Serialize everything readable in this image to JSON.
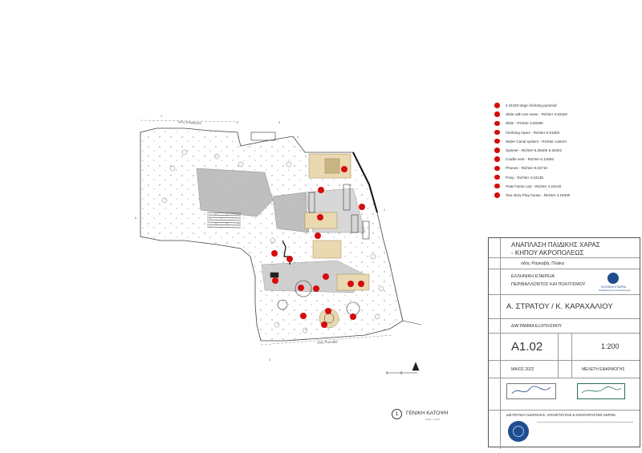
{
  "legend": [
    "4 21150 large climbing pyramid",
    "Slide with one wave - Richter 3.83320",
    "Slide - Richter 3.83380",
    "Climbing ropes - Richter 6.51800",
    "Water Canal system - Richter custom",
    "Spinner - Richter 6.28400 6.28401",
    "Cradle nest - Richter 6.14500",
    "Phones - Richter 9.02710",
    "Pony - Richter 4.24135",
    "Peter horse cart - Richter 4.24140",
    "Two story Play house - Richter 4.18400"
  ],
  "title_block": {
    "project_title_1": "ΑΝΑΠΛΑΣΗ ΠΑΙΔΙΚΗΣ ΧΑΡΑΣ",
    "project_title_2": "- ΚΗΠΟΥ ΑΚΡΟΠΟΛΕΩΣ",
    "address": "οδός Ραγκαβά, Πλάκα",
    "client_1": "ΕΛΛΗΝΙΚΗ ΕΤΑΙΡΕΙΑ",
    "client_2": "ΠΕΡΙΒΑΛΛΟΝΤΟΣ ΚΑΙ ΠΟΛΙΤΙΣΜΟΥ",
    "client_logo_1": "ΕΛΛΗΝΙΚΗ ΕΤΑΙΡΕΙΑ",
    "client_logo_2": "Περιβάλλοντος και Πολιτισμού",
    "designers": "Α. ΣΤΡΑΤΟΥ /  Κ. ΚΑΡΑΧΑΛΙΟΥ",
    "drawing_name": "ΔΙΑΓΡΑΜΜΑ ΕΞΟΠΛΙΣΜΟΥ",
    "drawing_no": "Α1.02",
    "scale": "1:200",
    "date": "ΜΑΙΟΣ 2022",
    "phase": "ΜΕΛΕΤΗ ΕΦΑΡΜΟΓΗΣ",
    "authority": "ΔΙΕΥΘΥΝΣΗ ΟΔΟΠΟΙΙΑΣ, ΑΠΟΧΕΤΕΥΣΗΣ & ΚΟΙΝΟΧΡΗΣΤΩΝ ΧΩΡΩΝ"
  },
  "view": {
    "number": "1",
    "title": "ΓΕΝΙΚΗ ΚΑΤΟΨΗ",
    "scale_note": "Scale : 1:200"
  },
  "streets": {
    "north": "οδός Επιχάρμου",
    "south": "οδός Ραγκαβά"
  },
  "colors": {
    "marker": "#d60b0b",
    "sand": "#e9d8b0",
    "paving": "#bdbdbd",
    "seal": "#1f4d8f"
  },
  "icons": [
    "equipment-marker-icon",
    "north-arrow-icon",
    "municipality-seal-icon",
    "client-logo-icon"
  ]
}
